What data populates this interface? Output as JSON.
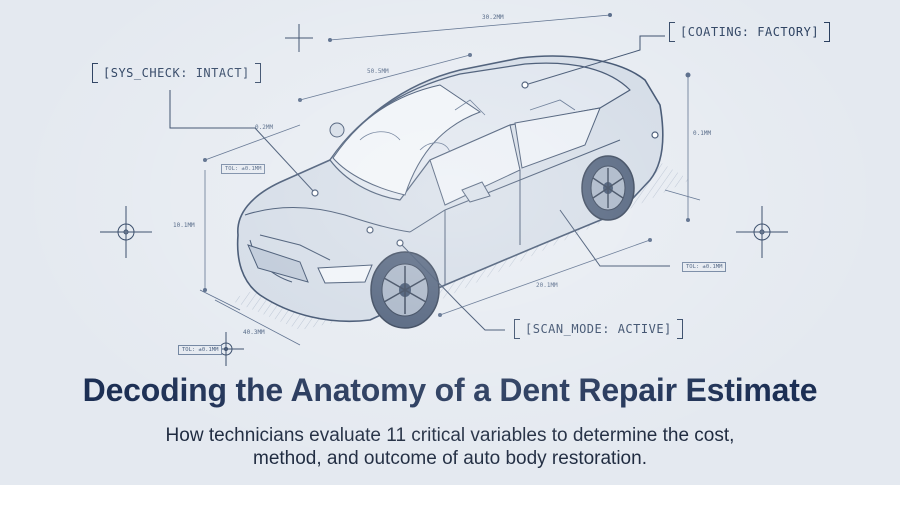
{
  "header": {
    "title": "Decoding the Anatomy of a Dent Repair Estimate",
    "subtitle_line1": "How technicians evaluate 11 critical variables to determine the cost,",
    "subtitle_line2": "method, and outcome of auto body restoration."
  },
  "callouts": {
    "sys_check": "[SYS_CHECK: INTACT]",
    "coating": "[COATING: FACTORY]",
    "scan_mode": "[SCAN_MODE: ACTIVE]"
  },
  "dimensions": {
    "top": "30.2MM",
    "roof": "50.5MM",
    "hood": "0.2MM",
    "rear": "0.1MM",
    "left": "10.1MM",
    "front_bottom": "40.3MM",
    "side_bottom": "20.1MM"
  },
  "tolerances": {
    "left_upper": "TOL: ±0.1MM",
    "left_lower": "TOL: ±0.1MM",
    "right": "TOL: ±0.1MM"
  },
  "colors": {
    "background": "#e4e9f0",
    "line": "#2a3f5f",
    "title": "#1c2f54"
  },
  "icons": [
    "crosshair-icon"
  ]
}
